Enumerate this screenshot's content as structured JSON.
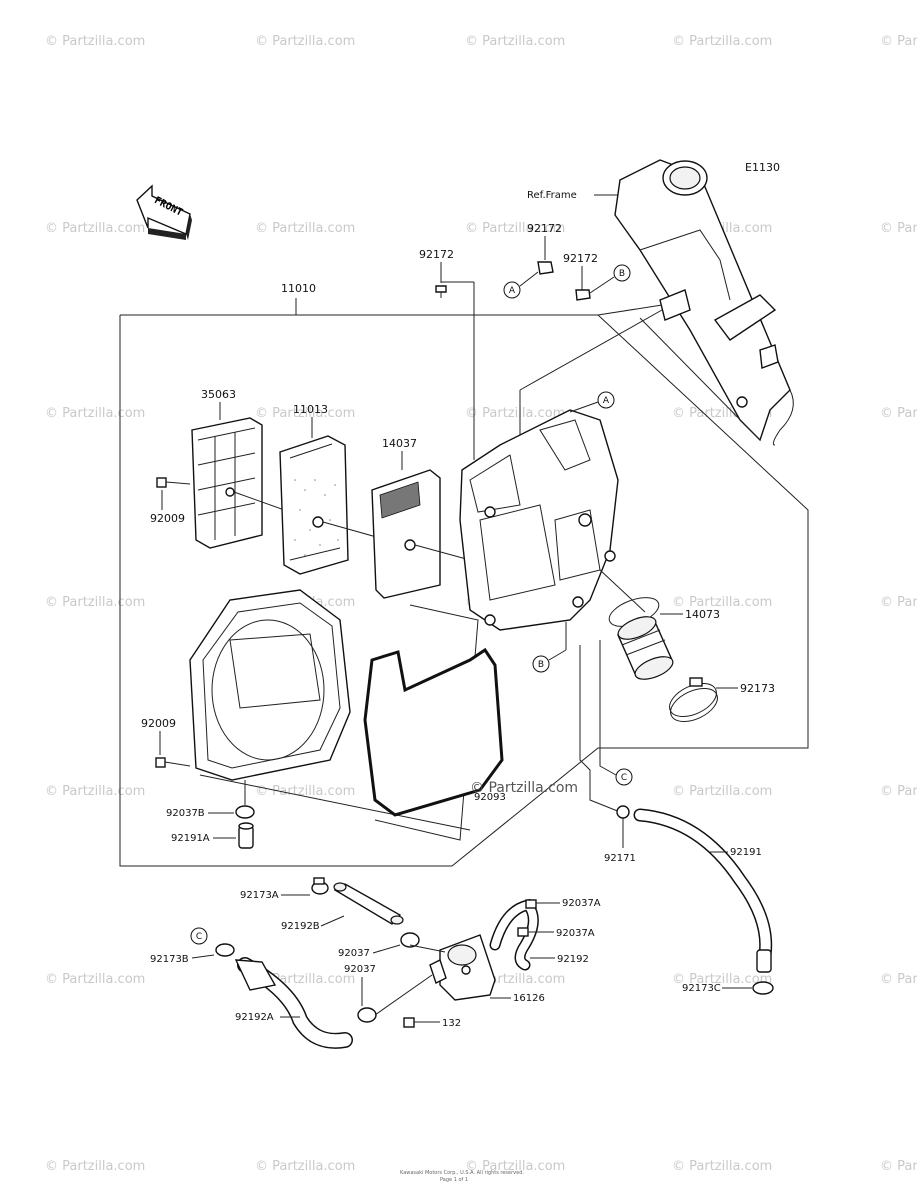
{
  "diagram": {
    "code": "E1130",
    "ref_frame": "Ref.Frame",
    "front_label": "FRONT",
    "watermark": "© Partzilla.com",
    "center_watermark": "© Partzilla.com",
    "footer_line1": "Kawasaki Motors Corp., U.S.A. All rights reserved.",
    "footer_line2": "Page 1 of 1"
  },
  "parts": {
    "p11010": "11010",
    "p92172_top": "92172",
    "p92172_a": "92172",
    "p92172_b": "92172",
    "p35063": "35063",
    "p11013": "11013",
    "p14037": "14037",
    "p92009_top": "92009",
    "p92009_bot": "92009",
    "p14073": "14073",
    "p92173": "92173",
    "p92093": "92093",
    "p92037B": "92037B",
    "p92191A": "92191A",
    "p92171": "92171",
    "p92191": "92191",
    "p92173A": "92173A",
    "p92192B": "92192B",
    "p92037_1": "92037",
    "p92037_2": "92037",
    "p92173B": "92173B",
    "p92192A": "92192A",
    "p16126": "16126",
    "p132": "132",
    "p92037A_1": "92037A",
    "p92037A_2": "92037A",
    "p92192": "92192",
    "p92173C": "92173C"
  },
  "callouts": {
    "a": "A",
    "b": "B",
    "c": "C"
  }
}
